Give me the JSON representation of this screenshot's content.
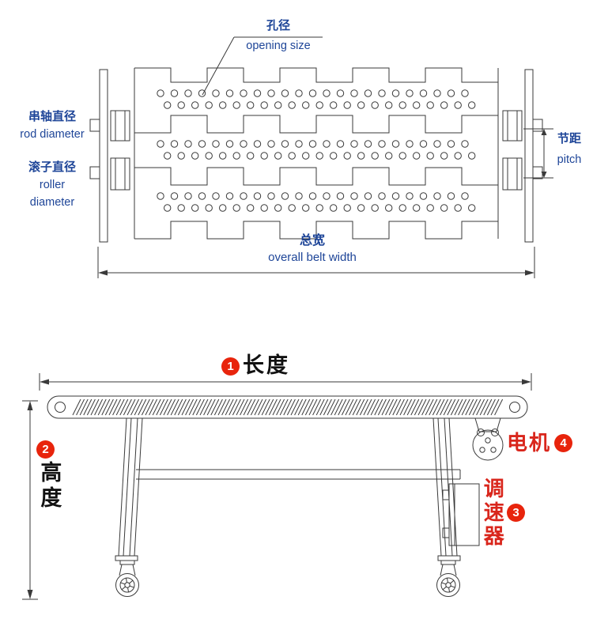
{
  "colors": {
    "blue": "#1e4598",
    "red_badge": "#e8240c",
    "red_text": "#d9261c",
    "line": "#3a3a3a",
    "black": "#111111"
  },
  "top_diagram": {
    "opening_size": {
      "zh": "孔径",
      "en": "opening size"
    },
    "rod_diameter": {
      "zh": "串轴直径",
      "en": "rod diameter"
    },
    "roller_diameter": {
      "zh": "滚子直径",
      "en1": "roller",
      "en2": "diameter"
    },
    "pitch": {
      "zh": "节距",
      "en": "pitch"
    },
    "overall_width": {
      "zh": "总宽",
      "en": "overall belt width"
    }
  },
  "bottom_diagram": {
    "length": {
      "num": "1",
      "label": "长度"
    },
    "height": {
      "num": "2",
      "label": "高度"
    },
    "controller": {
      "num": "3",
      "label": "调速器"
    },
    "motor": {
      "num": "4",
      "label": "电机"
    }
  }
}
